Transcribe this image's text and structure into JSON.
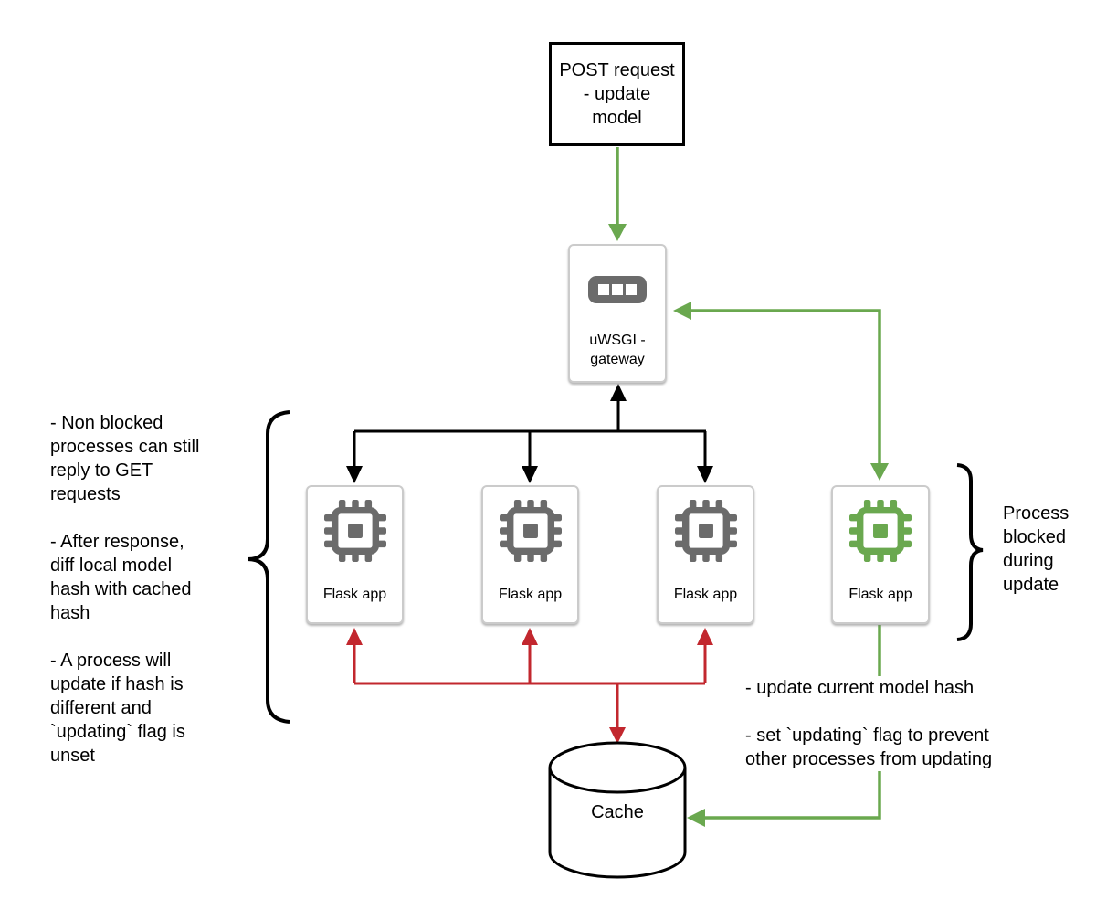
{
  "nodes": {
    "post_request": {
      "label": "POST request\n- update\nmodel"
    },
    "gateway": {
      "label": "uWSGI -\ngateway",
      "icon": "server-dots-icon"
    },
    "flask_apps": [
      {
        "label": "Flask app",
        "icon": "cpu-chip-icon",
        "state": "normal"
      },
      {
        "label": "Flask app",
        "icon": "cpu-chip-icon",
        "state": "normal"
      },
      {
        "label": "Flask app",
        "icon": "cpu-chip-icon",
        "state": "normal"
      },
      {
        "label": "Flask app",
        "icon": "cpu-chip-icon",
        "state": "blocked-updating"
      }
    ],
    "cache": {
      "label": "Cache"
    }
  },
  "annotations": {
    "left_notes": "- Non blocked\nprocesses can still\nreply to GET\nrequests\n\n- After response,\ndiff local model\nhash with cached\nhash\n\n- A process will\nupdate if hash is\ndifferent and\n`updating` flag is\nunset",
    "process_blocked": "Process\nblocked\nduring\nupdate",
    "right_notes": "- update current model hash\n\n- set `updating` flag to prevent\nother processes from updating"
  },
  "colors": {
    "green": "#6aa84f",
    "red": "#c2272e",
    "black": "#000000",
    "icon_gray": "#6b6b6b",
    "box_border": "#cbcbcb"
  }
}
